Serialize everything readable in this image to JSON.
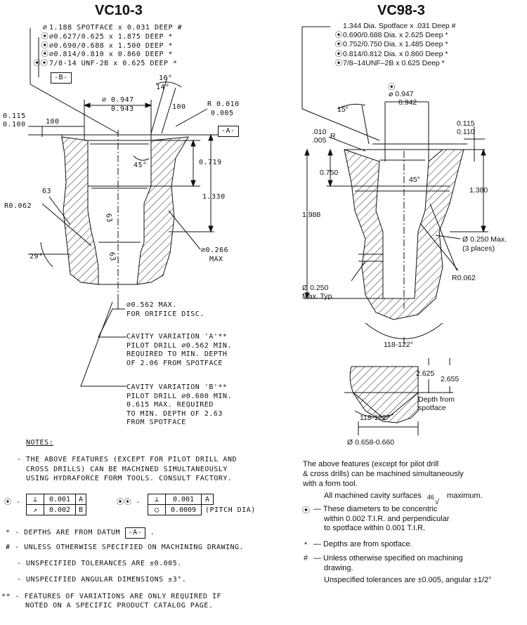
{
  "left": {
    "title": "VC10-3",
    "features": [
      {
        "sym": "⌀",
        "text": "1.188 SPOTFACE x 0.031 DEEP #"
      },
      {
        "sym": "⦿",
        "text": "⌀0.627/0.625 x 1.875 DEEP *"
      },
      {
        "sym": "⦿",
        "text": "⌀0.690/0.688 x 1.500 DEEP *"
      },
      {
        "sym": "⦿",
        "text": "⌀0.814/0.810 x 0.860 DEEP *"
      },
      {
        "sym": "⦿⦿",
        "text": "7/8-14 UNF-2B x 0.625 DEEP *"
      }
    ],
    "datum_b": "-B-",
    "datum_a": "-A-",
    "dims": {
      "angle16": "16°",
      "angle14": "14°",
      "dia_top": "⌀ 0.947",
      "dia_bot": "0.943",
      "r_top": "R 0.010",
      "r_bot": "0.005",
      "f100a": "100",
      "f100b": "100",
      "d0115": "0.115",
      "d0100": "0.100",
      "a45": "45°",
      "d0719": "0.719",
      "d1330": "1.330",
      "f63a": "63",
      "f63b": "63",
      "f63c": "63",
      "r0062": "R0.062",
      "a29": "29°",
      "dia266": "⌀0.266",
      "max": "MAX"
    },
    "orifice": [
      "⌀0.562 MAX.",
      "FOR ORIFICE DISC."
    ],
    "var_a": [
      "CAVITY VARIATION 'A'**",
      "PILOT DRILL ⌀0.562 MIN.",
      "REQUIRED TO MIN. DEPTH",
      "OF 2.06 FROM SPOTFACE"
    ],
    "var_b": [
      "CAVITY VARIATION 'B'**",
      "PILOT DRILL ⌀0.600 MIN.",
      "0.615 MAX. REQUIRED",
      "TO MIN. DEPTH OF 2.63",
      "FROM SPOTFACE"
    ],
    "notes_heading": "NOTES:",
    "note1": [
      "- THE ABOVE FEATURES (EXCEPT FOR PILOT DRILL AND",
      "CROSS DRILLS) CAN BE MACHINED SIMULTANEOUSLY",
      "USING HYDRAFORCE FORM TOOLS. CONSULT FACTORY."
    ],
    "fcf1": {
      "sym": "⦿ -",
      "r1": [
        "⊥",
        "0.001",
        "A"
      ],
      "r2": [
        "↗",
        "0.002",
        "B"
      ]
    },
    "fcf2": {
      "sym": "⦿⦿ -",
      "r1": [
        "⊥",
        "0.001",
        "A"
      ],
      "r2": [
        "◯",
        "0.0009"
      ],
      "suffix": "(PITCH DIA)"
    },
    "note_depth": {
      "prefix": "* - DEPTHS ARE FROM DATUM",
      "box": "-A-",
      "suffix": "."
    },
    "note_unless": "# - UNLESS OTHERWISE SPECIFIED ON MACHINING DRAWING.",
    "note_tol": "- UNSPECIFIED TOLERANCES ARE ±0.005.",
    "note_ang": "- UNSPECIFIED ANGULAR DIMENSIONS ±3°.",
    "note_var": [
      "** - FEATURES OF VARIATIONS ARE ONLY REQUIRED IF",
      "NOTED ON A SPECIFIC PRODUCT CATALOG PAGE."
    ]
  },
  "right": {
    "title": "VC98-3",
    "features": [
      {
        "sym": "",
        "text": "1.344 Dia. Spotface x .031 Deep #"
      },
      {
        "sym": "⦿",
        "text": "0.690/0.688 Dia. x 2.625 Deep *"
      },
      {
        "sym": "⦿",
        "text": "0.752/0.750 Dia. x 1.485 Deep *"
      },
      {
        "sym": "⦿",
        "text": "0.814/0.812 Dia. x 0.860 Deep *"
      },
      {
        "sym": "⦿",
        "text": "7/8–14UNF–2B x 0.625 Deep *"
      }
    ],
    "dims": {
      "conc": "⦿",
      "dia_top": "⌀ 0.947",
      "dia_bot": "0.942",
      "a15": "15°",
      "d0115": "0.115",
      "d0110": "0.110",
      "d010": ".010",
      "d005": ".005",
      "r": "R",
      "d0750": "0.750",
      "a45": "45°",
      "d1380": "1.380",
      "d1988": "1.988",
      "dia250max": "Ø 0.250 Max.",
      "places": "(3 places)",
      "r0062": "R0.062",
      "dia250": "Ø  0.250",
      "maxtyp": "Max. Typ.",
      "a118": "118-122°",
      "d2625": "2.625",
      "d2655": "2.655",
      "depth1": "Depth from",
      "depth2": "spotface",
      "a118b": "118-122°",
      "dia658": "Ø  0.658-0.660"
    },
    "notes_intro": [
      "The above features (except for pilot drill",
      "& cross drills) can be machined simultaneously",
      "with a form tool."
    ],
    "surface": "All machined cavity surfaces",
    "surface_val": "46",
    "surface_max": "maximum.",
    "conc_note": [
      "— These diameters to be concentric",
      "within 0.002 T.I.R. and perpendicular",
      "to spotface within 0.001 T.I.R."
    ],
    "star_note": "— Depths are from spotface.",
    "hash_note": [
      "— Unless otherwise specified on machining",
      "drawing."
    ],
    "tol_note": "Unspecified tolerances are ±0.005, angular ±1/2°"
  }
}
